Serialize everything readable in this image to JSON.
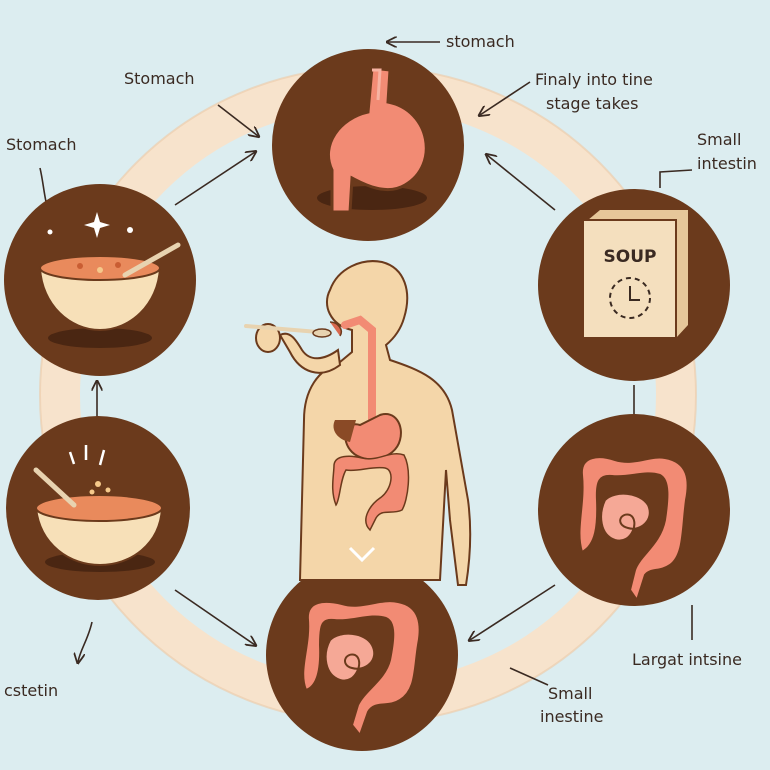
{
  "colors": {
    "background": "#dcedf0",
    "ring": "#f7e3cc",
    "circle": "#6b3a1c",
    "flesh": "#f4d6a9",
    "organ": "#f28b74",
    "bowl": "#f7e0b8",
    "soup": "#e98a5c"
  },
  "labels": {
    "top_stomach": "stomach",
    "top_left_stomach": "Stomach",
    "left_stomach": "Stomach",
    "top_right_line1": "Finaly into tine",
    "top_right_line2": "stage takes",
    "right_small_line1": "Small",
    "right_small_line2": "intestin",
    "soup_box": "SOUP",
    "bottom_left": "cstetin",
    "bottom_right": "Largat intsine",
    "bottom_small_line1": "Small",
    "bottom_small_line2": "inestine"
  },
  "icons": [
    "stomach-icon",
    "soup-bowl-icon",
    "soup-box-clock-icon",
    "intestines-icon",
    "human-figure-icon"
  ]
}
